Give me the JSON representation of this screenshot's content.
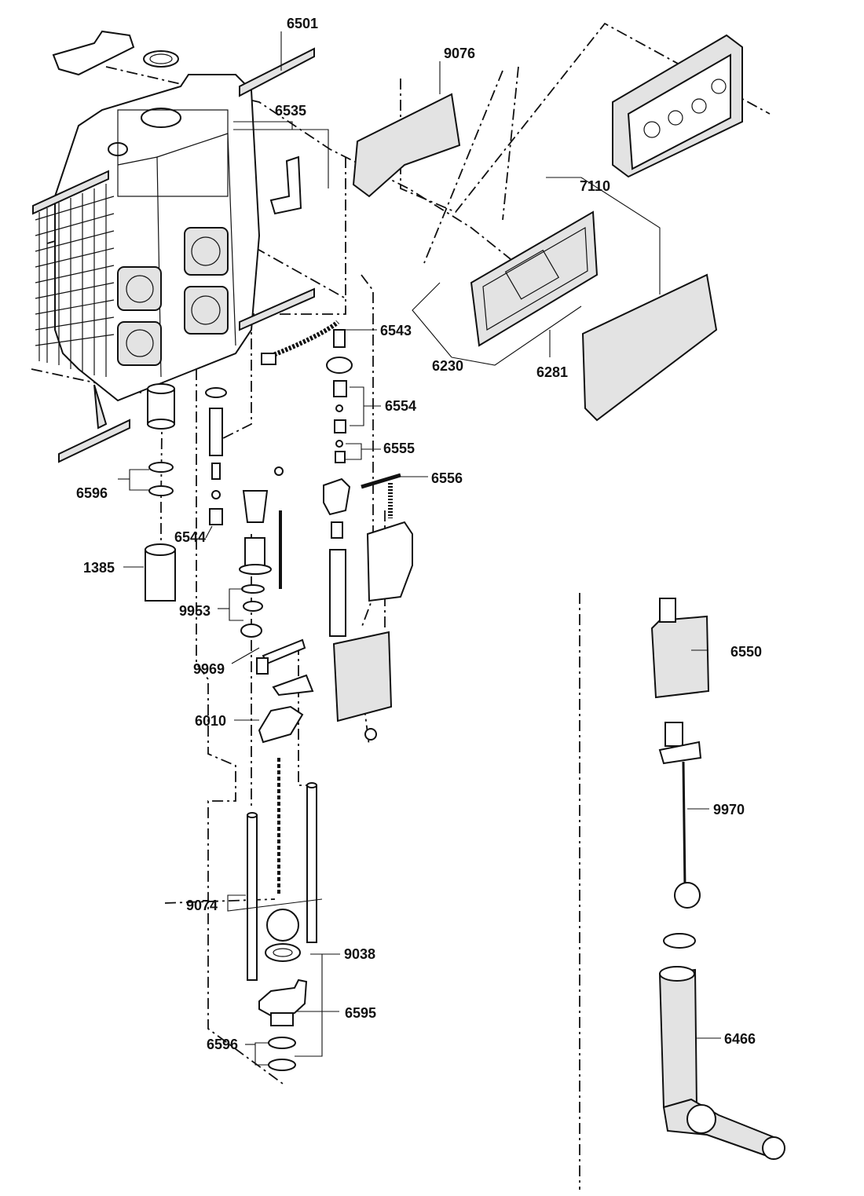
{
  "labels": {
    "l6501": "6501",
    "l9076": "9076",
    "l6535": "6535",
    "l7110": "7110",
    "l6543": "6543",
    "l6230": "6230",
    "l6281": "6281",
    "l6554": "6554",
    "l6555": "6555",
    "l6556": "6556",
    "l6596a": "6596",
    "l6544": "6544",
    "l1385": "1385",
    "l9953": "9953",
    "l9969": "9969",
    "l6010": "6010",
    "l6550": "6550",
    "l9970": "9970",
    "l9074": "9074",
    "l9038": "9038",
    "l6595": "6595",
    "l6596b": "6596",
    "l6466": "6466"
  }
}
